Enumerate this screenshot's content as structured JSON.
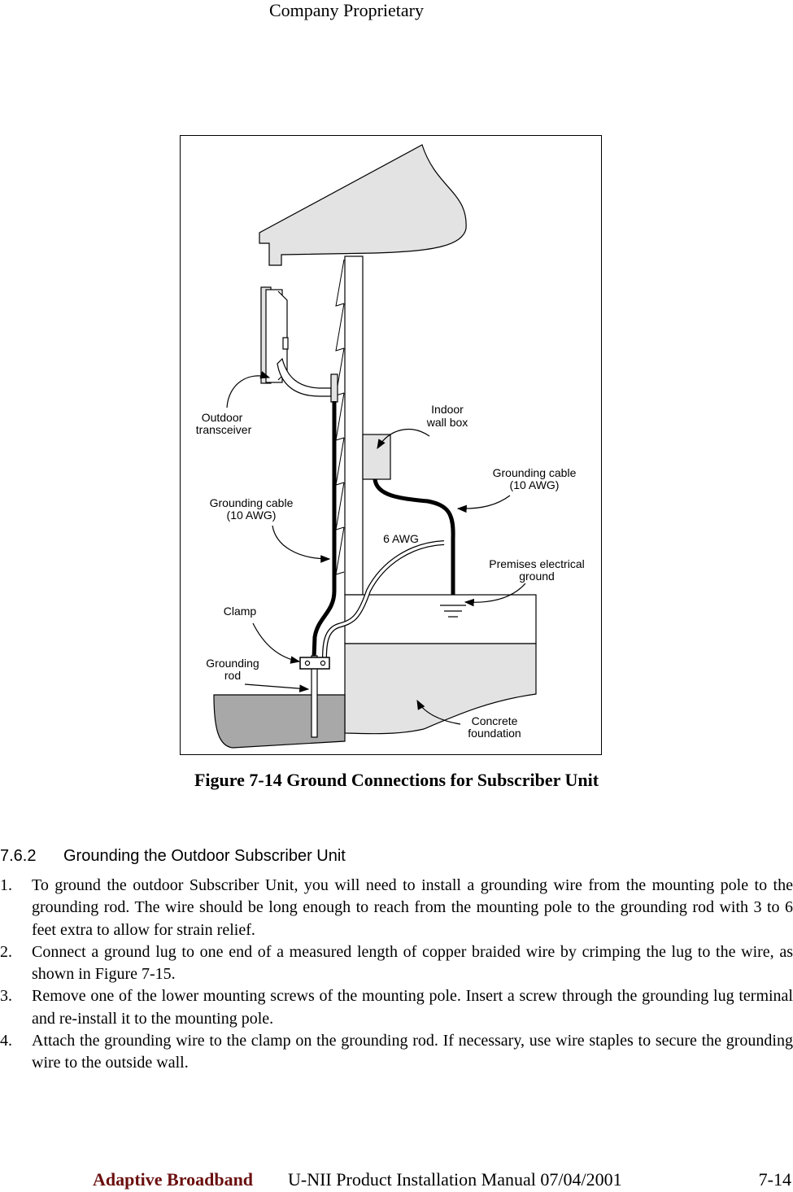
{
  "header": {
    "title": "Company Proprietary"
  },
  "figure": {
    "labels": {
      "outdoor_transceiver_1": "Outdoor",
      "outdoor_transceiver_2": "transceiver",
      "indoor_wall_box_1": "Indoor",
      "indoor_wall_box_2": "wall box",
      "grounding_cable_right_1": "Grounding cable",
      "grounding_cable_right_2": "(10 AWG)",
      "grounding_cable_left_1": "Grounding cable",
      "grounding_cable_left_2": "(10 AWG)",
      "awg6": "6 AWG",
      "premises_ground_1": "Premises electrical",
      "premises_ground_2": "ground",
      "clamp": "Clamp",
      "grounding_rod_1": "Grounding",
      "grounding_rod_2": "rod",
      "concrete_foundation_1": "Concrete",
      "concrete_foundation_2": "foundation"
    },
    "caption": "Figure 7-14  Ground Connections for Subscriber Unit"
  },
  "section": {
    "number": "7.6.2",
    "title": "Grounding the Outdoor Subscriber Unit"
  },
  "steps": [
    {
      "num": "1.",
      "text": "To ground the outdoor Subscriber Unit, you will need to install a grounding wire from the mounting pole to the grounding rod.  The wire should be long enough to reach from the mounting pole to the grounding rod with 3 to 6 feet extra to allow for strain relief."
    },
    {
      "num": "2.",
      "text": "Connect a ground lug to one end of a measured length of copper braided wire by crimping the lug to the wire, as shown in Figure 7-15."
    },
    {
      "num": "3.",
      "text": "Remove one of the lower mounting screws of the mounting pole.  Insert a screw through the grounding lug terminal and re-install it to the mounting pole."
    },
    {
      "num": "4.",
      "text": "Attach the grounding wire to the clamp on the grounding rod.  If necessary, use wire staples to secure the grounding wire to the outside wall."
    }
  ],
  "footer": {
    "brand": "Adaptive Broadband",
    "manual": "U-NII Product Installation Manual  07/04/2001",
    "page": "7-14"
  }
}
